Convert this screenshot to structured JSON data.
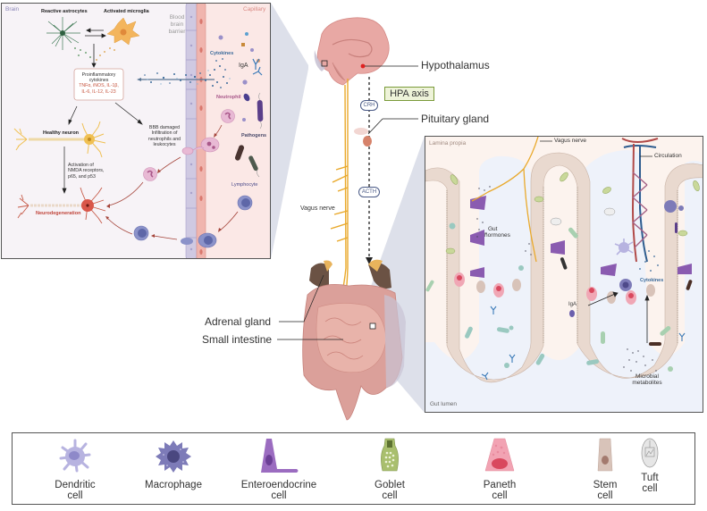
{
  "brain_panel": {
    "region_left": "Brain",
    "region_right": "Capillary",
    "reactive_astrocytes": "Reactive astrocytes",
    "activated_microglia": "Activated microglia",
    "bbb_label": [
      "Blood",
      "brain",
      "barrier"
    ],
    "cytokines": "Cytokines",
    "iga": "IgA",
    "proinflammatory_box": {
      "title_line1": "Proinflammatory",
      "title_line2": "cytokines",
      "list_line1": "TNFα, iNOS, IL-1β,",
      "list_line2": "IL-6, IL-12, IL-23"
    },
    "neutrophil": "Neutrophil",
    "pathogens": "Pathogens",
    "lymphocyte": "Lymphocyte",
    "healthy_neuron": "Healthy neuron",
    "bbb_damaged": [
      "BBB damaged",
      "Infiltration of",
      "neutrophils and",
      "leukocytes"
    ],
    "activation": [
      "Activation of",
      "NMDA receptors,",
      "p65, and p53"
    ],
    "neurodegeneration": "Neurodegeneration"
  },
  "center": {
    "hypothalamus": "Hypothalamus",
    "hpa_axis": "HPA axis",
    "crh": "CRH",
    "pituitary_gland": "Pituitary gland",
    "acth": "ACTH",
    "vagus_nerve": "Vagus nerve",
    "adrenal_gland": "Adrenal gland",
    "small_intestine": "Small intestine"
  },
  "gut_panel": {
    "lamina_propria": "Lamina propia",
    "vagus_nerve": "Vagus nerve",
    "circulation": "Circulation",
    "gut_hormones": [
      "Gut",
      "hormones"
    ],
    "cytokines": "Cytokines",
    "iga": "IgA",
    "microbial_metabolites": [
      "Microbial",
      "metabolites"
    ],
    "gut_lumen": "Gut lumen"
  },
  "legend": {
    "items": [
      {
        "icon": "dendritic-cell",
        "label": [
          "Dendritic",
          "cell"
        ],
        "color": "#b7b3e0"
      },
      {
        "icon": "macrophage",
        "label": [
          "Macrophage",
          ""
        ],
        "color": "#7d7bb8"
      },
      {
        "icon": "enteroendocrine-cell",
        "label": [
          "Enteroendocrine",
          "cell"
        ],
        "color": "#9b6cc0"
      },
      {
        "icon": "goblet-cell",
        "label": [
          "Goblet",
          "cell"
        ],
        "color": "#a9bf6e"
      },
      {
        "icon": "paneth-cell",
        "label": [
          "Paneth",
          "cell"
        ],
        "color": "#f2a3b3"
      },
      {
        "icon": "stem-cell",
        "label": [
          "Stem",
          "cell"
        ],
        "color": "#d8c3b9"
      },
      {
        "icon": "tuft-cell",
        "label": [
          "Tuft",
          "cell"
        ],
        "color": "#e2e2e2"
      }
    ]
  },
  "colors": {
    "border": "#555555",
    "capillary_bg": "#fbe8e6",
    "brain_bg": "#f7f3f7",
    "gut_lumen_bg": "#eef2fa",
    "lamina_bg": "#fcf3ee",
    "nerve": "#e9a92b",
    "arrow_red": "#a4443a",
    "cytokine_blue": "#3a6a9a",
    "hpa_box_bg": "#eef3d9"
  }
}
